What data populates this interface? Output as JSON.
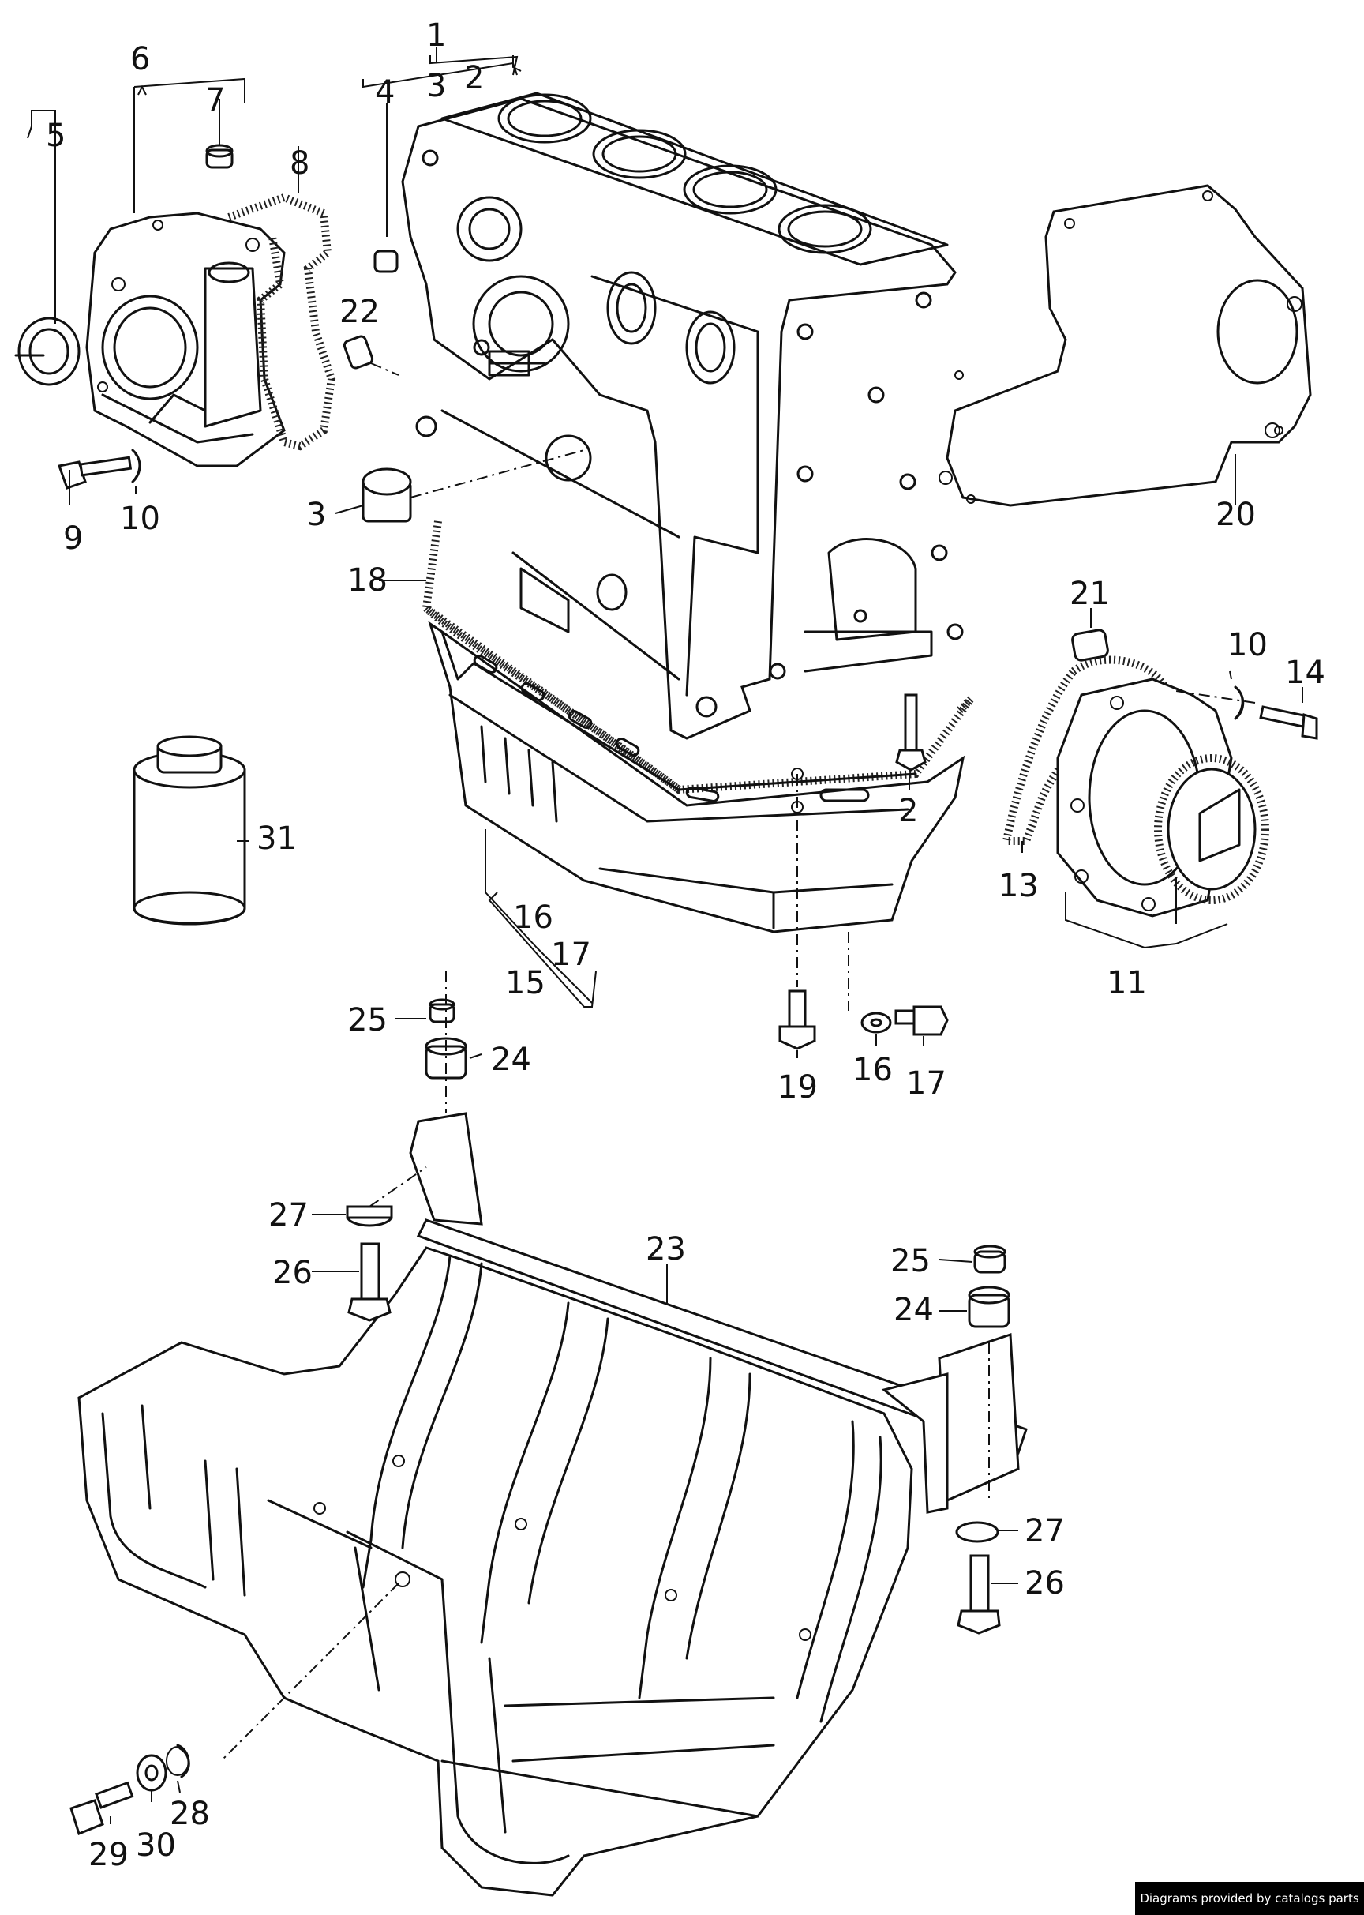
{
  "labels": {
    "l1": "1",
    "l2a": "2",
    "l2b": "2",
    "l3a": "3",
    "l3b": "3",
    "l4": "4",
    "l5": "5",
    "l6": "6",
    "l7": "7",
    "l8": "8",
    "l9": "9",
    "l10a": "10",
    "l10b": "10",
    "l11": "11",
    "l13": "13",
    "l14": "14",
    "l15": "15",
    "l16a": "16",
    "l16b": "16",
    "l17a": "17",
    "l17b": "17",
    "l18": "18",
    "l19": "19",
    "l20": "20",
    "l21": "21",
    "l22": "22",
    "l23": "23",
    "l24a": "24",
    "l24b": "24",
    "l25a": "25",
    "l25b": "25",
    "l26a": "26",
    "l26b": "26",
    "l27a": "27",
    "l27b": "27",
    "l28": "28",
    "l29": "29",
    "l30": "30",
    "l31": "31"
  },
  "credit": "Diagrams provided by catalogs parts"
}
